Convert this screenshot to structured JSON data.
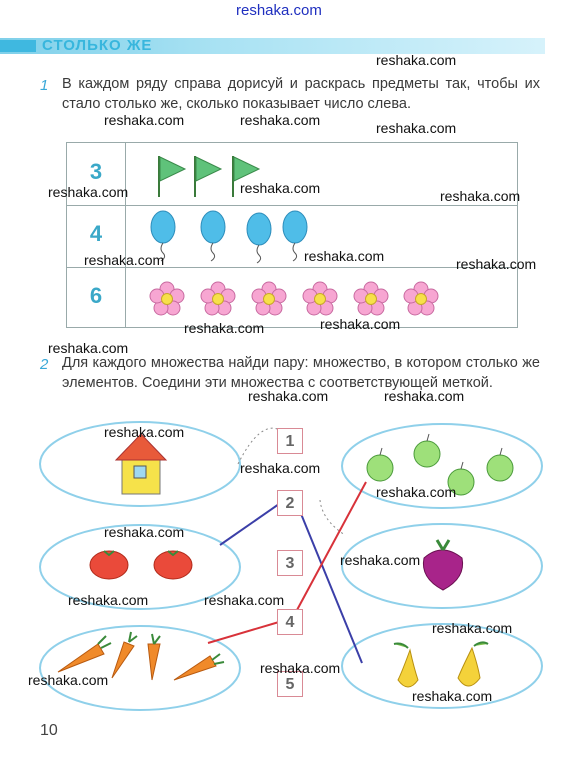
{
  "watermark_top": "reshaka.com",
  "watermark": "reshaka.com",
  "title": "СТОЛЬКО ЖЕ",
  "task1": {
    "number": "1",
    "text": "В каждом ряду справа дорисуй и раскрась предметы так, чтобы их стало столько же, сколько показывает число слева."
  },
  "table_rows": [
    {
      "number": "3",
      "item": "flag",
      "count": 3
    },
    {
      "number": "4",
      "item": "balloon",
      "count": 4
    },
    {
      "number": "6",
      "item": "flower",
      "count": 6
    }
  ],
  "task2": {
    "number": "2",
    "text": "Для каждого множества найди пару: множество, в котором столько же элементов. Соедини эти множества с соответствующей меткой."
  },
  "labels": [
    "1",
    "2",
    "3",
    "4",
    "5"
  ],
  "page_number": "10",
  "colors": {
    "accent": "#38b6dd",
    "line_blue": "#3b3fa8",
    "line_red": "#d8323a"
  }
}
